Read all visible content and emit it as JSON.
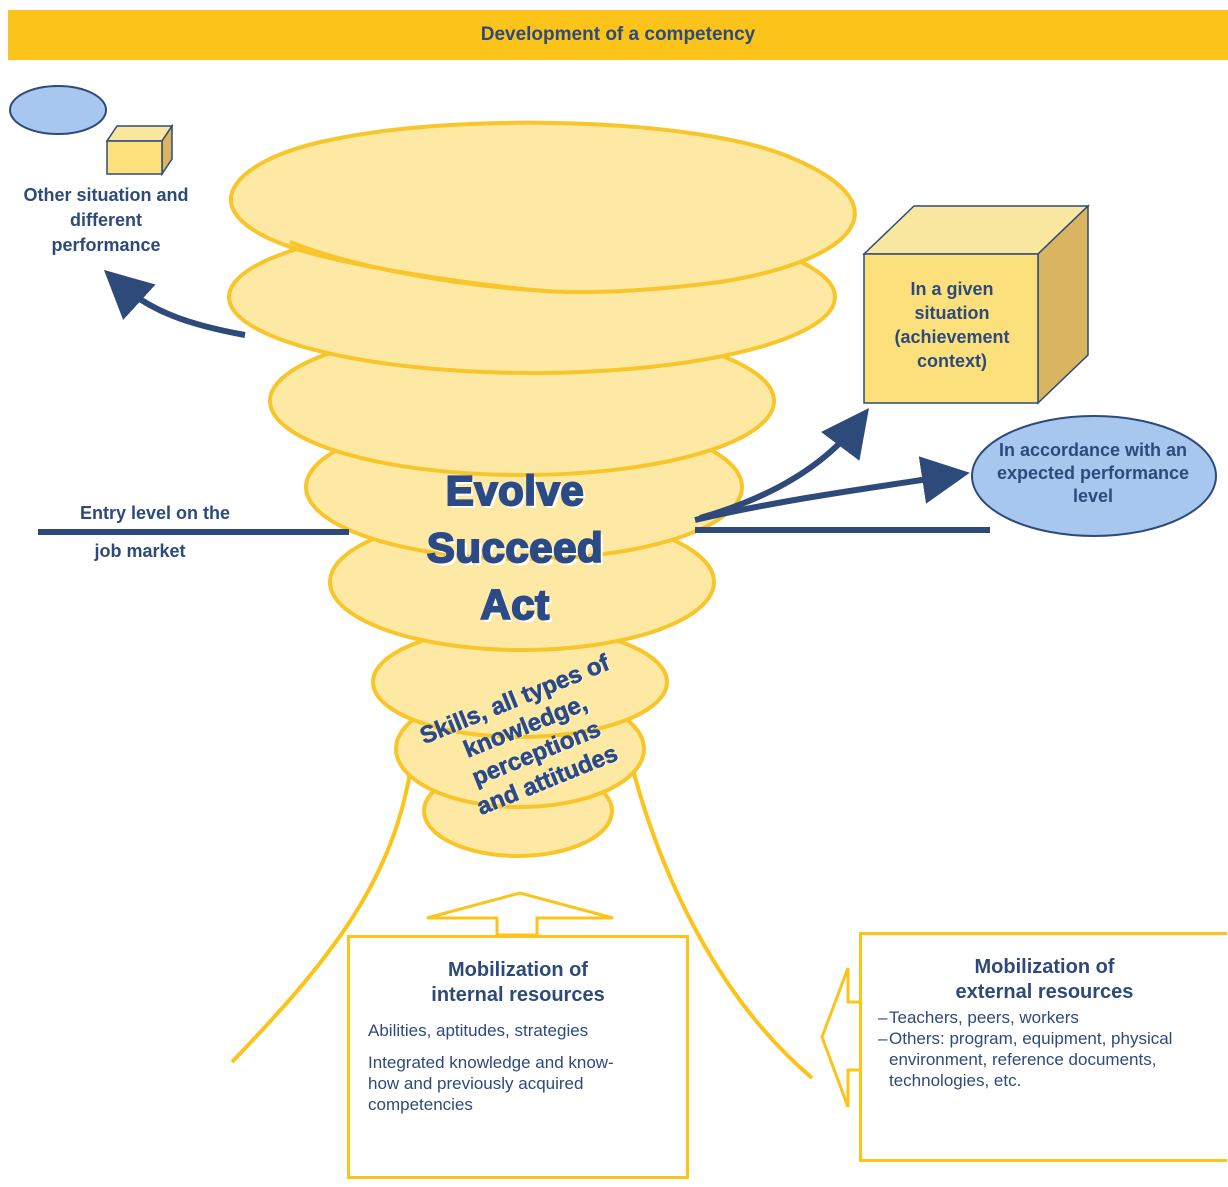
{
  "title": "Development of a competency",
  "top_left_label": "Other situation and different performance",
  "situation_box_label": "In a given situation (achievement context)",
  "performance_ellipse_label": "In accordance with an expected performance level",
  "entry_level": {
    "line1": "Entry level on the",
    "line2": "job market"
  },
  "core_words": [
    "Evolve",
    "Succeed",
    "Act"
  ],
  "skills_text": [
    "Skills, all types of",
    "knowledge, perceptions",
    "and attitudes"
  ],
  "internal_resources": {
    "title": "Mobilization of internal resources",
    "items": [
      "Abilities, aptitudes, strategies",
      "Integrated knowledge and know-how and previously acquired competencies"
    ]
  },
  "external_resources": {
    "title": "Mobilization of external resources",
    "items": [
      "Teachers, peers, workers",
      "Others: program, equipment, physical environment, reference documents, technologies, etc."
    ]
  },
  "colors": {
    "banner": "#fcc41a",
    "spiral_fill": "#fde9a3",
    "spiral_stroke": "#f8c52a",
    "navy": "#2e4a7a",
    "blue_fill": "#a7c7ef",
    "cube_front": "#fbe07c",
    "cube_side": "#d9b561"
  }
}
